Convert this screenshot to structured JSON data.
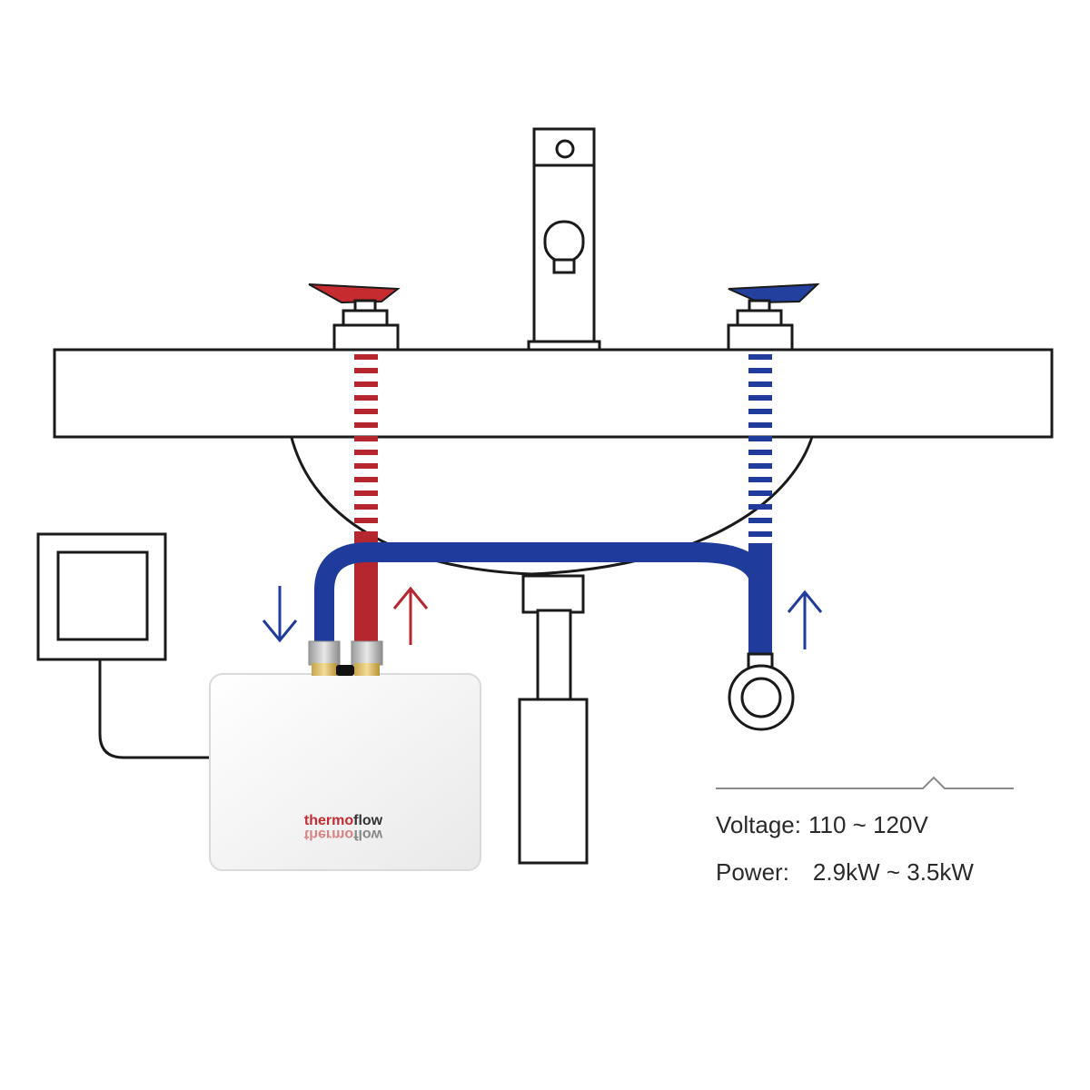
{
  "brand": {
    "logo_text": "thermoflow",
    "logo_part_a": "thermo",
    "logo_part_b": "flow"
  },
  "specs": {
    "voltage_label": "Voltage:",
    "voltage_value": "110 ~ 120V",
    "power_label": "Power:",
    "power_value": "2.9kW ~ 3.5kW"
  },
  "colors": {
    "hot": "#b5262f",
    "cold": "#1f3c9c",
    "outline": "#1a1a1a",
    "heater_body": "#f4f4f4"
  },
  "icons": {
    "hot_flow": "arrow-up-icon",
    "cold_flow_in": "arrow-up-icon",
    "cold_flow_to_heater": "arrow-down-icon"
  }
}
